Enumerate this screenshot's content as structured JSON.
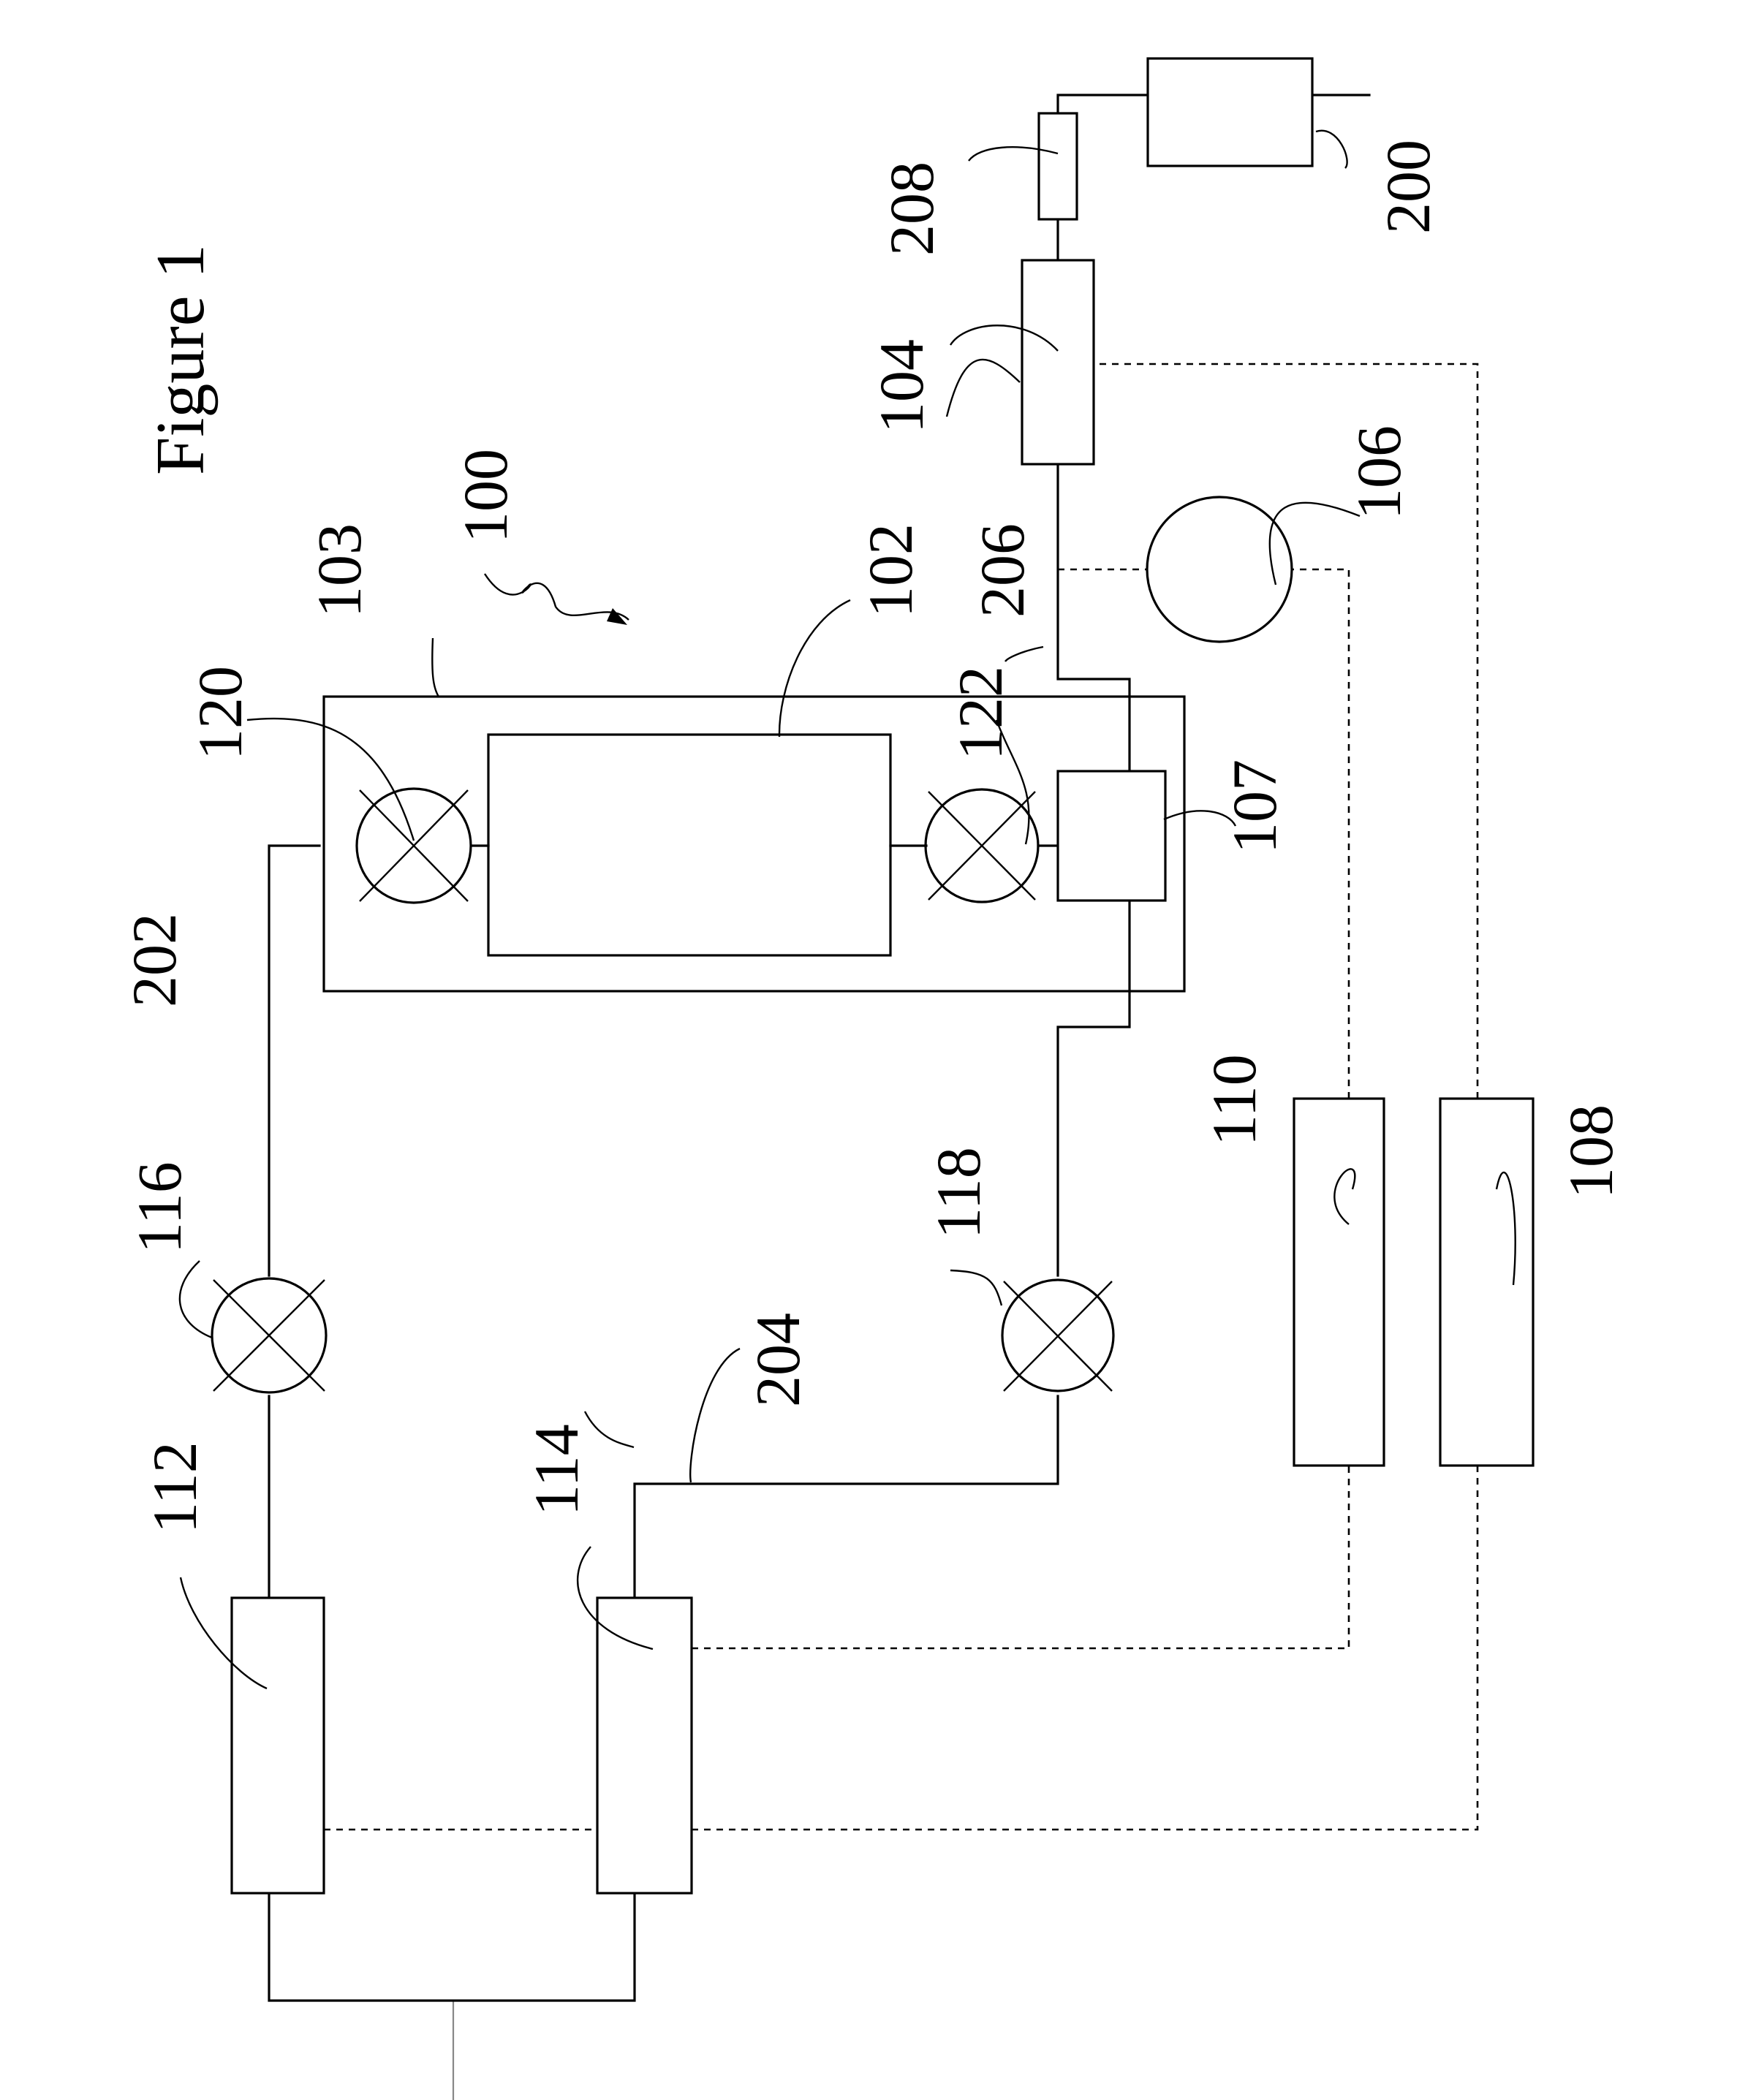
{
  "figure": {
    "title": "Figure 1",
    "labels": {
      "l100": "100",
      "l102": "102",
      "l103": "103",
      "l104": "104",
      "l106": "106",
      "l107": "107",
      "l108": "108",
      "l110": "110",
      "l112": "112",
      "l114": "114",
      "l116": "116",
      "l118": "118",
      "l120": "120",
      "l122": "122",
      "l200": "200",
      "l202": "202",
      "l204": "204",
      "l206": "206",
      "l208": "208"
    }
  }
}
